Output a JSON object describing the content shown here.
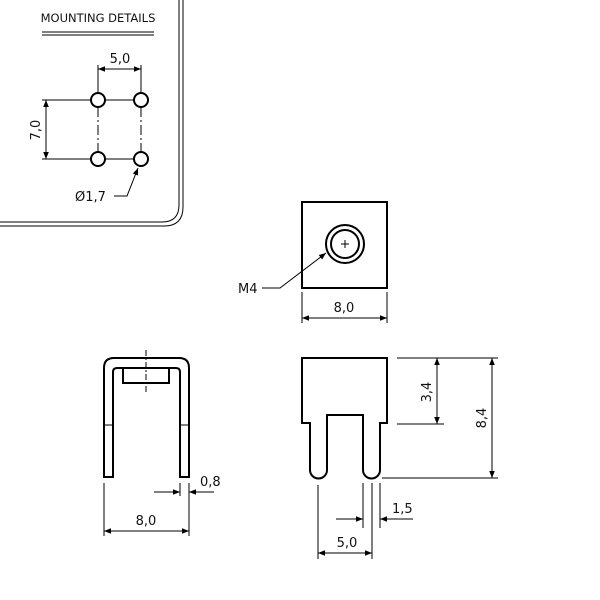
{
  "mounting": {
    "title": "MOUNTING DETAILS",
    "dim_width": "5,0",
    "dim_height": "7,0",
    "hole_diameter": "Ø1,7"
  },
  "top_view": {
    "thread": "M4",
    "dim_width": "8,0"
  },
  "side_view": {
    "dim_width": "8,0",
    "dim_thickness": "0,8"
  },
  "front_view": {
    "dim_body_height": "3,4",
    "dim_total_height": "8,4",
    "dim_leg_width": "1,5",
    "dim_leg_pitch": "5,0"
  }
}
